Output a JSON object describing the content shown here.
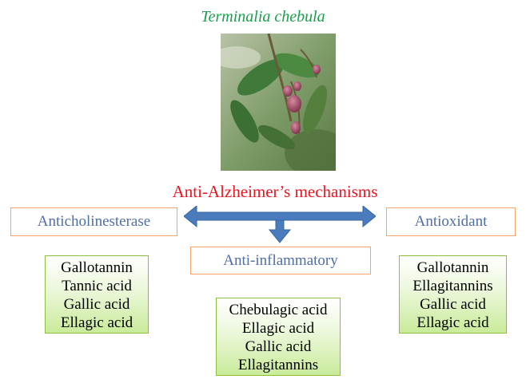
{
  "plant_name": "Terminalia chebula",
  "photo": {
    "subject": "plant-branch-with-fruits"
  },
  "mechanisms_heading": "Anti-Alzheimer’s mechanisms",
  "colors": {
    "plant_name": "#1aa04a",
    "heading": "#e8141e",
    "mechanism_text": "#4f6fa3",
    "mechanism_border": "#f3a469",
    "arrow": "#4a7bbd",
    "list_border": "#8cc03c"
  },
  "mechanisms": {
    "left": {
      "label": "Anticholinesterase",
      "compounds": [
        "Gallotannin",
        "Tannic acid",
        "Gallic acid",
        "Ellagic acid"
      ]
    },
    "center": {
      "label": "Anti-inflammatory",
      "compounds": [
        "Chebulagic acid",
        "Ellagic acid",
        "Gallic acid",
        "Ellagitannins"
      ]
    },
    "right": {
      "label": "Antioxidant",
      "compounds": [
        "Gallotannin",
        "Ellagitannins",
        "Gallic acid",
        "Ellagic acid"
      ]
    }
  }
}
